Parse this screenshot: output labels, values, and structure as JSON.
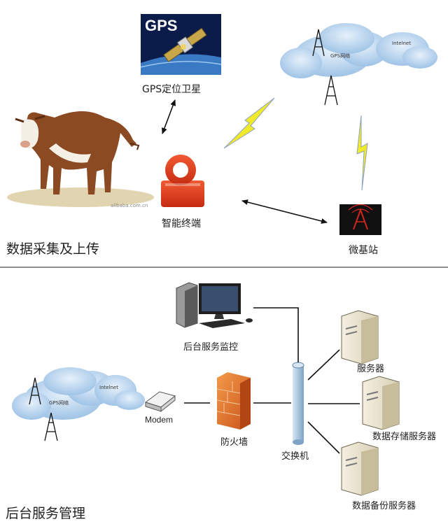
{
  "top": {
    "section_title": "数据采集及上传",
    "gps": {
      "label": "GPS定位卫星",
      "badge": "GPS"
    },
    "terminal": {
      "label": "智能终端"
    },
    "station": {
      "label": "微基站"
    },
    "cloud": {
      "network_label": "GPS网络",
      "internet_label": "Intelnet"
    },
    "cow": {
      "watermark": "alibaba.com.cn"
    }
  },
  "bottom": {
    "section_title": "后台服务管理",
    "monitor": {
      "label": "后台服务监控"
    },
    "modem": {
      "label": "Modem"
    },
    "firewall": {
      "label": "防火墙"
    },
    "switch": {
      "label": "交换机"
    },
    "servers": [
      {
        "label": "服务器"
      },
      {
        "label": "数据存储服务器"
      },
      {
        "label": "数据备份服务器"
      }
    ],
    "cloud": {
      "network_label": "GPS网络",
      "internet_label": "Intelnet"
    }
  },
  "colors": {
    "cloud": "#b9d6ee",
    "terminal": "#e0391b",
    "firewall": "#e06b1f",
    "lightning": "#f1ea2a",
    "switch": "#a9c6de",
    "divider": "#8e8e8e"
  }
}
